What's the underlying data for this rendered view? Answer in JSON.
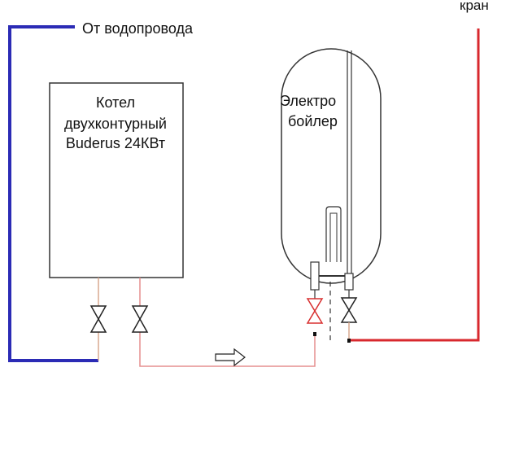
{
  "labels": {
    "water_source": "От водопровода",
    "tap": "кран",
    "boiler_line1": "Котел",
    "boiler_line2": "двухконтурный",
    "boiler_line3": "Buderus 24КВт",
    "heater_line1": "Электро",
    "heater_line2": "бойлер"
  },
  "colors": {
    "cold_water_pipe": "#2b2bb5",
    "hot_water_pipe": "#d8282e",
    "boiler_pipes": "#e58f8f",
    "heater_inlet_pipe": "#c89a8a",
    "outline": "#333333",
    "valve": "#222222"
  },
  "icons": {
    "flow_arrow": "hollow-right-arrow",
    "valve": "gate-valve-symbol"
  }
}
